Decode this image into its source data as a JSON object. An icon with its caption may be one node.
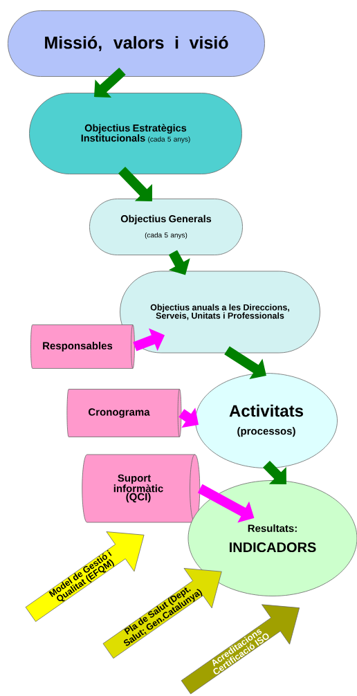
{
  "diagram": {
    "nodes": [
      {
        "text": [
          "Missió, valors i visió"
        ]
      },
      {
        "text": [
          "Objectius Estratègics Institucionals",
          "(cada 5 anys)"
        ]
      },
      {
        "text": [
          "Objectius Generals",
          "(cada 5 anys)"
        ]
      },
      {
        "text": [
          "Objectius anuals a les Direccions, Serveis, Unitats i Professionals"
        ]
      },
      {
        "text": [
          "Responsables"
        ]
      },
      {
        "text": [
          "Activitats",
          "(processos)"
        ]
      },
      {
        "text": [
          "Cronograma"
        ]
      },
      {
        "text": [
          "Suport informàtic (QCI)"
        ]
      },
      {
        "text": [
          "Resultats:",
          "INDICADORS"
        ]
      },
      {
        "text": [
          "Model de Gestió i Qualitat (EFQM)"
        ]
      },
      {
        "text": [
          "Pla de Salut (Dept. Salut; Gen.Catalunya)"
        ]
      },
      {
        "text": [
          "Acreditacions Certificació ISO"
        ]
      }
    ],
    "edges": [
      {
        "from": 0,
        "to": 1,
        "arrow": "to"
      },
      {
        "from": 1,
        "to": 2,
        "arrow": "to"
      },
      {
        "from": 2,
        "to": 3,
        "arrow": "to"
      },
      {
        "from": 3,
        "to": 5,
        "arrow": "to"
      },
      {
        "from": 5,
        "to": 8,
        "arrow": "to"
      },
      {
        "from": 4,
        "to": 3,
        "arrow": "to",
        "color": "#ff00ff"
      },
      {
        "from": 6,
        "to": 5,
        "arrow": "to",
        "color": "#ff00ff"
      },
      {
        "from": 7,
        "to": 8,
        "arrow": "to",
        "color": "#ff00ff"
      }
    ]
  }
}
